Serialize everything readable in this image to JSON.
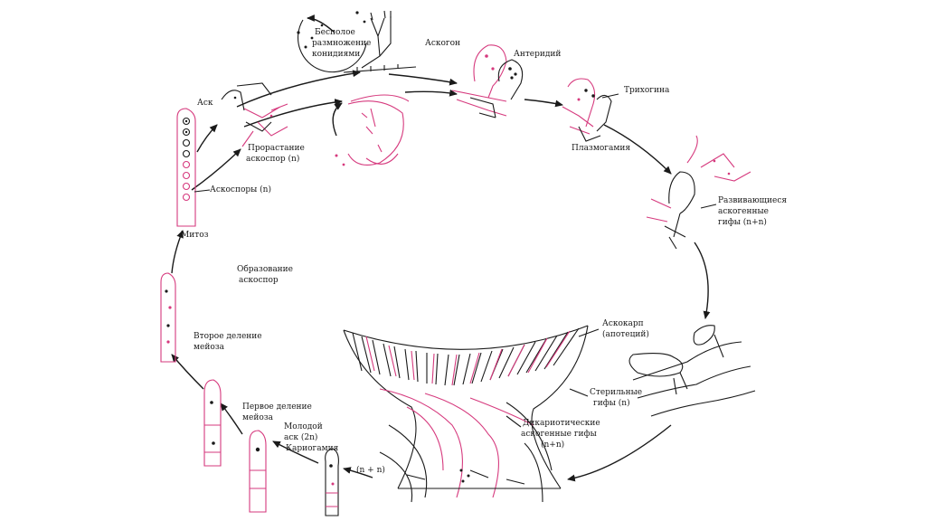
{
  "labels": {
    "asexual": [
      "Бесполое",
      "размножение",
      "конидиями"
    ],
    "ascogon": "Аскогон",
    "antheridium": "Антеридий",
    "trichogyne": "Трихогина",
    "plasmogamy": "Плазмогамия",
    "ascogenous_growing": [
      "Развивающиеся",
      "аскогенные",
      "гифы (n+n)"
    ],
    "ascocarp": [
      "Аскокарп",
      "(апотеций)"
    ],
    "sterile_hyphae": [
      "Стерильные",
      "гифы (n)"
    ],
    "dikaryotic": [
      "Дикариотические",
      "аскогенные гифы",
      "(n+n)"
    ],
    "nn": "(n + n)",
    "karyogamy": "Кариогамия",
    "young_ascus": [
      "Молодой",
      "аск (2n)"
    ],
    "first_meiosis": [
      "Первое деление",
      "мейоза"
    ],
    "second_meiosis": [
      "Второе деление",
      "мейоза"
    ],
    "ascospore_formation": [
      "Образование",
      "аскоспор"
    ],
    "mitosis": "Митоз",
    "ascospores": "Аскоспоры (n)",
    "ascus": "Аск",
    "germination": [
      "Прорастание",
      "аскоспор (n)"
    ]
  },
  "colors": {
    "ink": "#1a1a1a",
    "haploid_pink": "#d63a7e",
    "apothecium_fill": "#e8a4bf"
  }
}
